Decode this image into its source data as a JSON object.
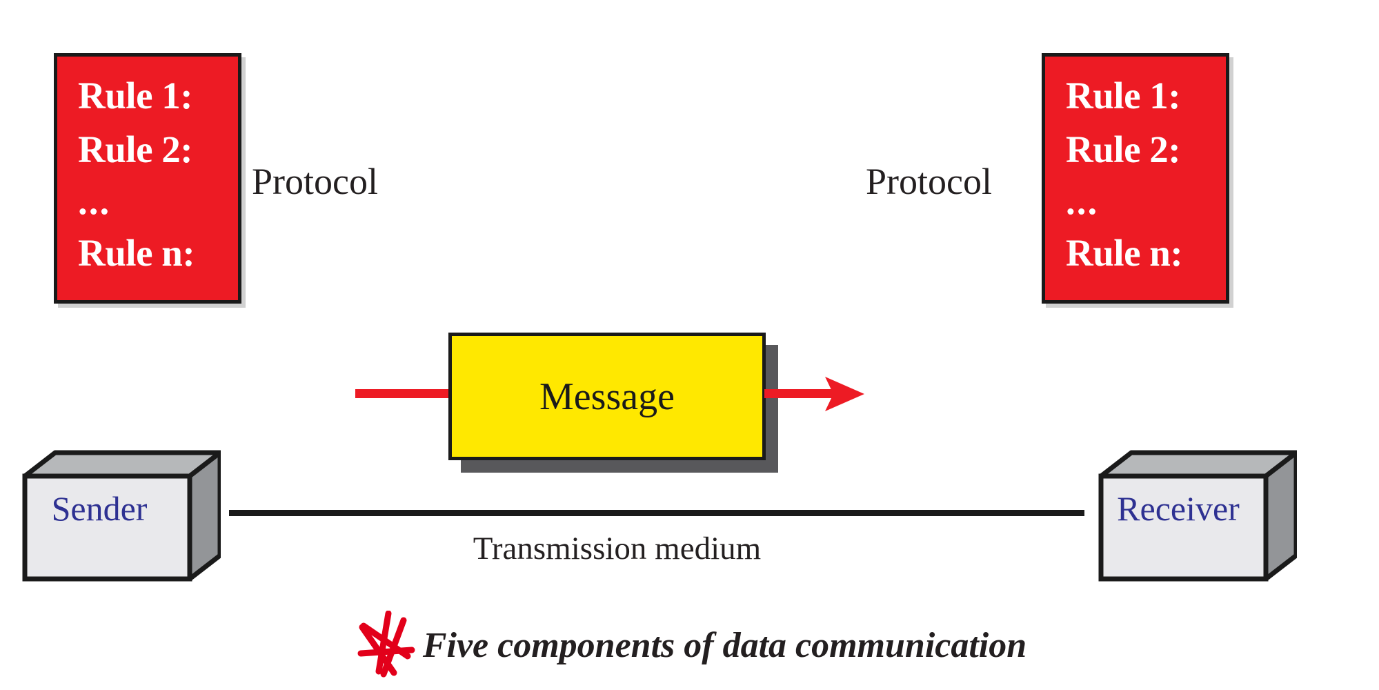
{
  "diagram": {
    "title": "Five components of data communication",
    "caption": {
      "marker_icon": "red-star-icon",
      "text": "Five components of data communication"
    },
    "colors": {
      "protocol_box_fill": "#ed1b24",
      "protocol_box_border": "#1a1a1a",
      "protocol_text": "#ffffff",
      "message_box_fill": "#ffe800",
      "message_box_border": "#1a1a1a",
      "message_shadow": "#58585b",
      "flow_line": "#ed1b24",
      "device_face": "#e9e9ec",
      "device_top": "#b6b8ba",
      "device_side": "#939598",
      "device_label_text": "#2e3192",
      "medium_line": "#1a1a1a",
      "body_text": "#231f20",
      "star_marker": "#e2001a",
      "background": "#ffffff"
    },
    "protocol_left": {
      "label": "Protocol",
      "rules": [
        "Rule 1:",
        "Rule 2:",
        "...",
        "Rule n:"
      ]
    },
    "protocol_right": {
      "label": "Protocol",
      "rules": [
        "Rule 1:",
        "Rule 2:",
        "...",
        "Rule n:"
      ]
    },
    "message": {
      "label": "Message",
      "flow_direction": "left-to-right",
      "arrow_icon": "right-arrow-icon"
    },
    "sender": {
      "label": "Sender",
      "icon": "3d-box-icon"
    },
    "receiver": {
      "label": "Receiver",
      "icon": "3d-box-icon"
    },
    "medium": {
      "label": "Transmission medium"
    }
  }
}
